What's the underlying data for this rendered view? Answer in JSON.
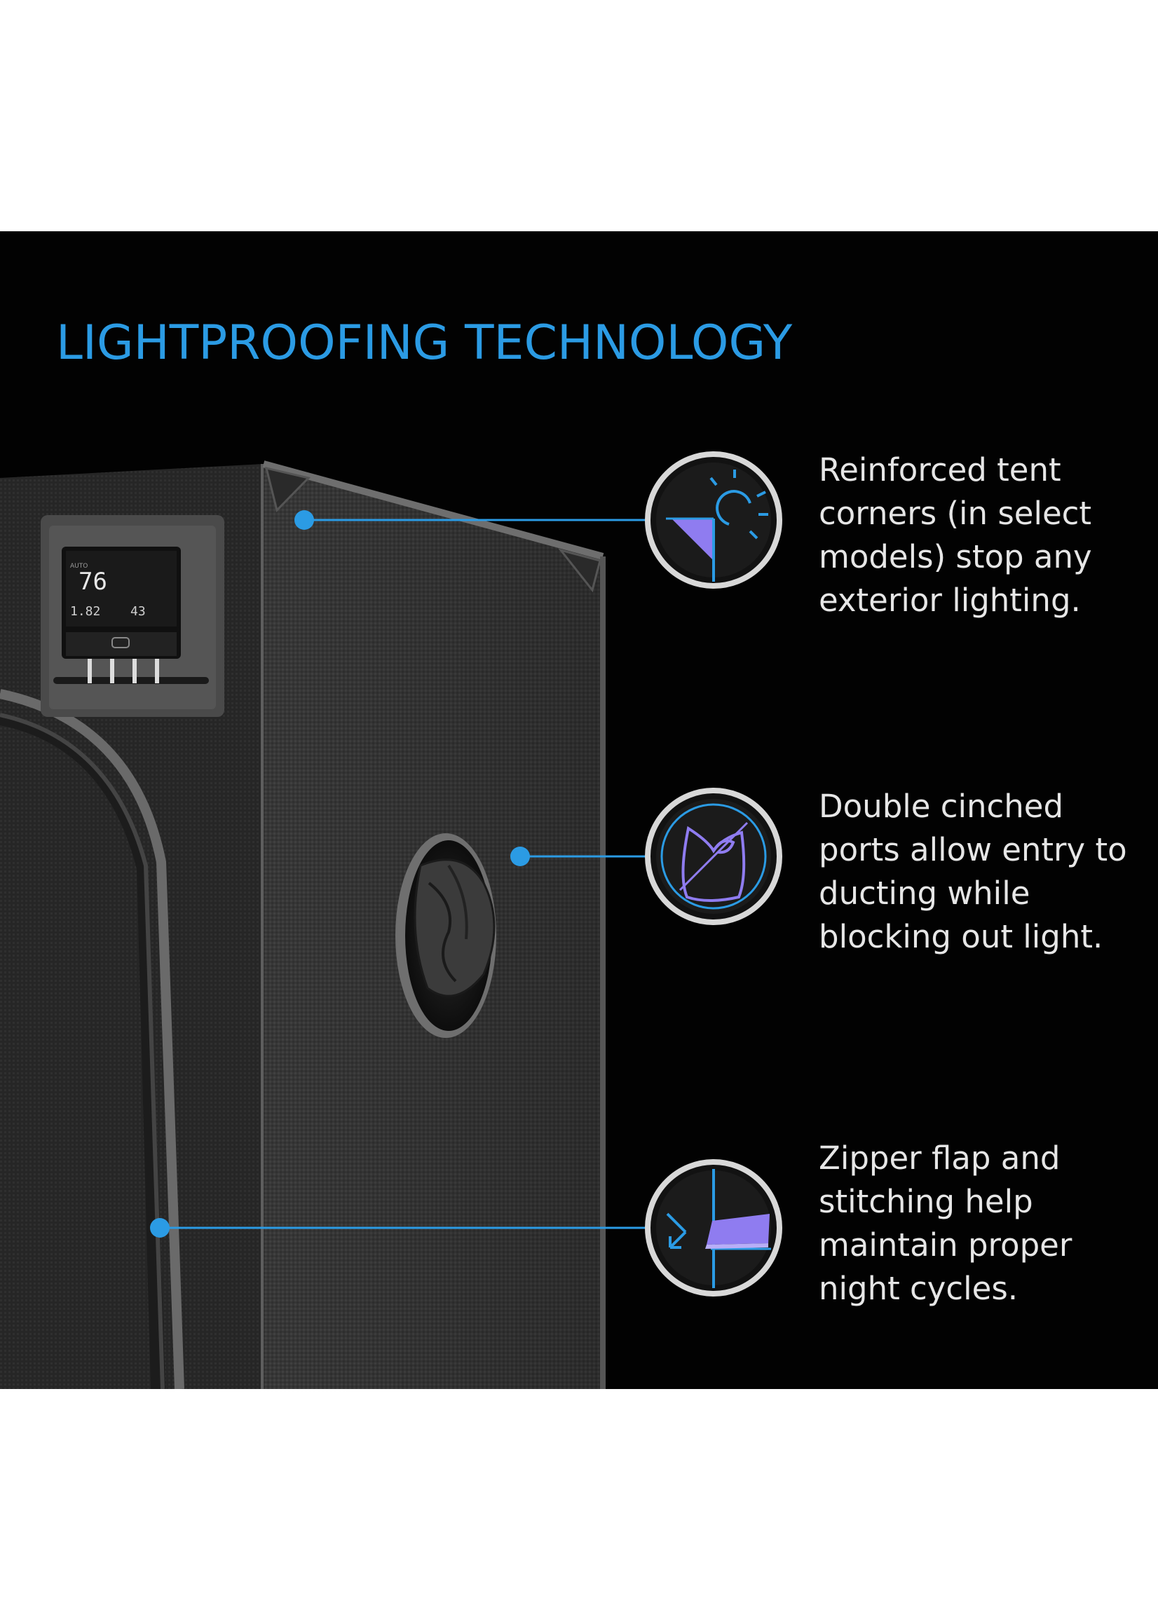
{
  "heading": "LIGHTPROOFING TECHNOLOGY",
  "features": [
    {
      "icon": "corner-light-icon",
      "text": "Reinforced tent corners (in select models) stop any exterior lighting."
    },
    {
      "icon": "cinched-bag-icon",
      "text": "Double cinched ports allow entry to ducting while blocking out light."
    },
    {
      "icon": "zipper-flap-icon",
      "text": "Zipper flap and stitching help maintain proper night cycles."
    }
  ],
  "controller": {
    "humidity": "43",
    "temperature": "76",
    "vpd": "1.82",
    "mode": "AUTO"
  },
  "colors": {
    "accent": "#2b9be4",
    "purple": "#8f7cf0",
    "panel": "#020202",
    "text": "#e6e6e6"
  }
}
